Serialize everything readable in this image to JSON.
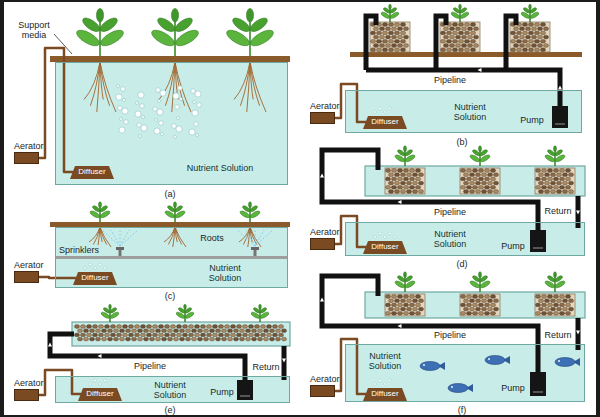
{
  "diagram": {
    "nodes": [
      {
        "text": [
          "Aerator"
        ]
      },
      {
        "text": [
          "Nutrient Solution"
        ]
      },
      {
        "text": [
          "Diffuser"
        ],
        "in": 1
      },
      {
        "text": [
          "Aerator"
        ]
      },
      {
        "text": [
          "Nutrient Solution"
        ]
      },
      {
        "text": [
          "Diffuser"
        ],
        "in": 4
      },
      {
        "text": [
          "Aerator"
        ]
      },
      {
        "text": [
          "Nutrient Solution"
        ]
      },
      {
        "text": [
          "Diffuser"
        ],
        "in": 7
      },
      {
        "text": [
          "Aerator"
        ]
      },
      {
        "text": [
          "Nutrient Solution"
        ]
      },
      {
        "text": [
          "Diffuser"
        ],
        "in": 10
      },
      {
        "text": [
          "Aerator"
        ]
      },
      {
        "text": [
          "Nutrient Solution"
        ]
      },
      {
        "text": [
          "Diffuser"
        ],
        "in": 13
      },
      {
        "text": [
          "Aerator"
        ]
      },
      {
        "text": [
          "Nutrient Solution"
        ]
      },
      {
        "text": [
          "Diffuser"
        ],
        "in": 16
      }
    ],
    "edges": [
      {
        "from": 0,
        "to": 2,
        "arrow": "none"
      },
      {
        "from": 3,
        "to": 5,
        "arrow": "none"
      },
      {
        "from": 6,
        "to": 8,
        "arrow": "none"
      },
      {
        "from": 9,
        "to": 11,
        "arrow": "none"
      },
      {
        "from": 12,
        "to": 14,
        "arrow": "none"
      },
      {
        "from": 15,
        "to": 17,
        "arrow": "none"
      }
    ],
    "labels": [
      "Support media",
      "(a)",
      "Pipeline",
      "Pump",
      "(b)",
      "Roots",
      "Sprinklers",
      "(c)",
      "Pipeline",
      "Return",
      "Pump",
      "(d)",
      "Pipeline",
      "Return",
      "Pump",
      "(e)",
      "Pipeline",
      "Return",
      "Pump",
      "(f)"
    ]
  }
}
